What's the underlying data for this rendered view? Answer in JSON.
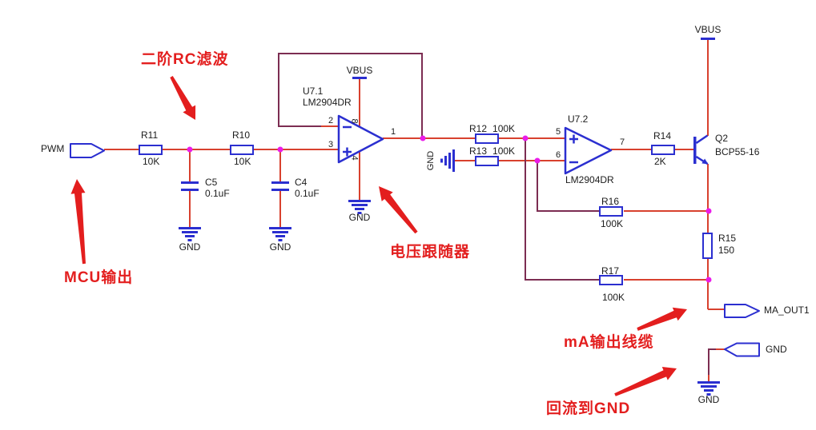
{
  "annotations": {
    "rc_filter": "二阶RC滤波",
    "mcu_output": "MCU输出",
    "voltage_follower": "电压跟随器",
    "ma_cable": "mA输出线缆",
    "gnd_return": "回流到GND"
  },
  "connectors": {
    "pwm": "PWM",
    "ma_out": "MA_OUT1",
    "gnd": "GND"
  },
  "power_nets": {
    "vbus_u71": "VBUS",
    "vbus_q2": "VBUS"
  },
  "ground_labels": {
    "c5": "GND",
    "c4": "GND",
    "u71": "GND",
    "r13_input": "GND",
    "bottom_right": "GND"
  },
  "components": {
    "r11": {
      "ref": "R11",
      "value": "10K"
    },
    "r10": {
      "ref": "R10",
      "value": "10K"
    },
    "c5": {
      "ref": "C5",
      "value": "0.1uF"
    },
    "c4": {
      "ref": "C4",
      "value": "0.1uF"
    },
    "u7_1": {
      "ref": "U7.1",
      "part": "LM2904DR",
      "pin_in_neg": "2",
      "pin_in_pos": "3",
      "pin_out": "1",
      "pin_vcc": "8",
      "pin_gnd": "4"
    },
    "u7_2": {
      "ref": "U7.2",
      "part": "LM2904DR",
      "pin_in_pos": "5",
      "pin_in_neg": "6",
      "pin_out": "7"
    },
    "r12": {
      "ref": "R12",
      "value": "100K"
    },
    "r13": {
      "ref": "R13",
      "value": "100K"
    },
    "r14": {
      "ref": "R14",
      "value": "2K"
    },
    "r15": {
      "ref": "R15",
      "value": "150"
    },
    "r16": {
      "ref": "R16",
      "value": "100K"
    },
    "r17": {
      "ref": "R17",
      "value": "100K"
    },
    "q2": {
      "ref": "Q2",
      "part": "BCP55-16"
    }
  },
  "colors": {
    "wire": "#d8412e",
    "bus": "#7c2d52",
    "component": "#2b2fd0",
    "junction": "#ea1bea",
    "annotation": "#e31e1e"
  }
}
